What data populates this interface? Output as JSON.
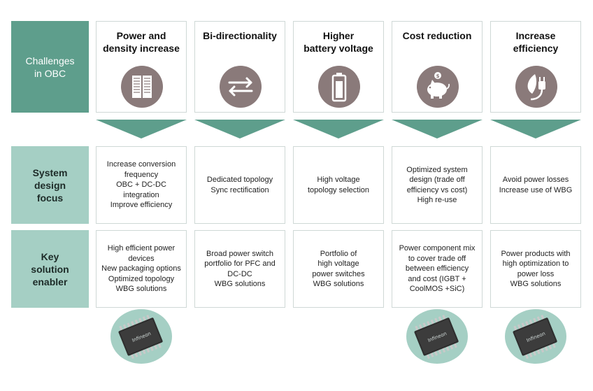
{
  "row_labels": {
    "challenges": [
      "Challenges",
      "in OBC"
    ],
    "system_design": [
      "System",
      "design",
      "focus"
    ],
    "key_solution": [
      "Key",
      "solution",
      "enabler"
    ]
  },
  "columns": [
    {
      "title": [
        "Power and",
        "density increase"
      ],
      "icon": "server-rack-icon",
      "design": [
        "Increase conversion",
        "frequency",
        "OBC + DC-DC",
        "integration",
        "Improve efficiency"
      ],
      "enabler": [
        "High efficient power",
        "devices",
        "New packaging options",
        "Optimized topology",
        "WBG solutions"
      ],
      "chip": true
    },
    {
      "title": [
        "Bi-directionality"
      ],
      "icon": "bidirectional-arrows-icon",
      "design": [
        "Dedicated topology",
        "Sync rectification"
      ],
      "enabler": [
        "Broad power switch",
        "portfolio for PFC and",
        "DC-DC",
        "WBG solutions"
      ],
      "chip": false
    },
    {
      "title": [
        "Higher",
        "battery voltage"
      ],
      "icon": "battery-icon",
      "design": [
        "High voltage",
        "topology selection"
      ],
      "enabler": [
        "Portfolio of",
        "high voltage",
        "power switches",
        "WBG solutions"
      ],
      "chip": false
    },
    {
      "title": [
        "Cost reduction"
      ],
      "icon": "piggy-bank-icon",
      "design": [
        "Optimized system",
        "design (trade off",
        "efficiency vs cost)",
        "High re-use"
      ],
      "enabler": [
        "Power component mix",
        "to cover trade off",
        "between efficiency",
        "and cost (IGBT +",
        "CoolMOS +SiC)"
      ],
      "chip": true
    },
    {
      "title": [
        "Increase",
        "efficiency"
      ],
      "icon": "eco-plug-icon",
      "design": [
        "Avoid power losses",
        "Increase use of WBG"
      ],
      "enabler": [
        "Power products with",
        "high optimization to",
        "power loss",
        "WBG solutions"
      ],
      "chip": true
    }
  ],
  "chip_text": "Infineon",
  "colors": {
    "header_fill": "#5e9e8c",
    "label_fill": "#a5cfc4",
    "chevron_fill": "#5e9e8c",
    "icon_circle": "#8a7a7a",
    "border": "#cfd8d6"
  }
}
